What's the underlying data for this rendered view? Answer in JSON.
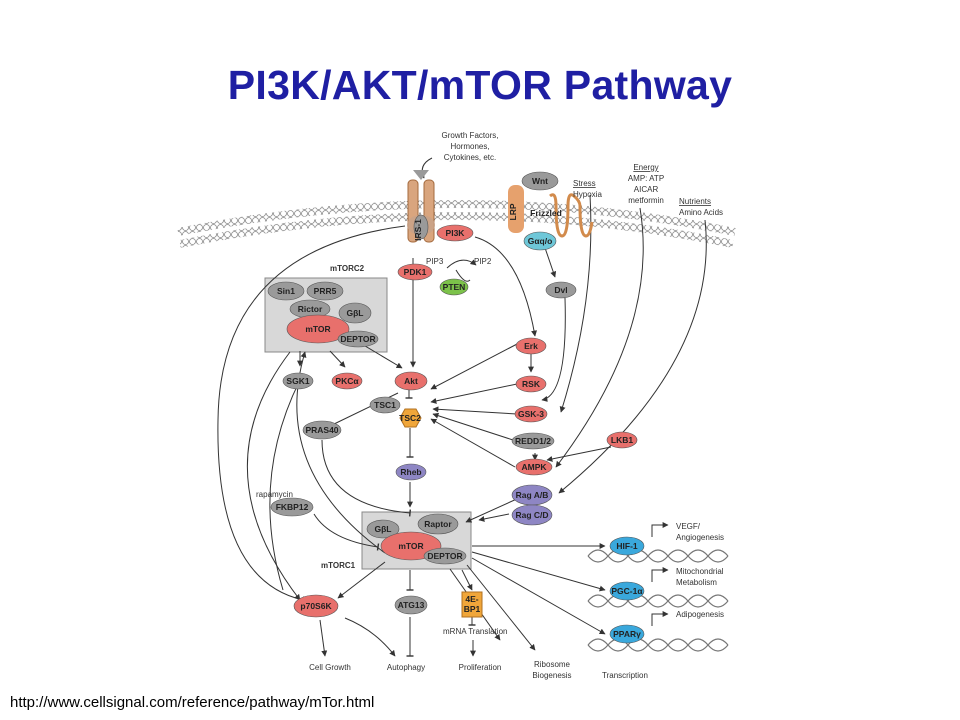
{
  "title": "PI3K/AKT/mTOR Pathway",
  "source_url": "http://www.cellsignal.com/reference/pathway/mTor.html",
  "colors": {
    "title": "#1f1fa3",
    "red_node": "#e8706c",
    "grey_node": "#9a9a9a",
    "purple_node": "#8e86c4",
    "blue_node": "#3aa8dc",
    "green_node": "#7cc24a",
    "orange_node": "#f0a63a",
    "complex_box": "#d8d8d8"
  },
  "labels": {
    "growth": [
      "Growth Factors,",
      "Hormones,",
      "Cytokines, etc."
    ],
    "stress": "Stress",
    "hypoxia": "Hypoxia",
    "energy": [
      "Energy",
      "AMP: ATP",
      "AICAR",
      "metformin"
    ],
    "nutrients": "Nutrients",
    "amino_acids": "Amino Acids",
    "mtorc2": "mTORC2",
    "mtorc1": "mTORC1",
    "rapamycin": "rapamycin",
    "mrna_translation": "mRNA Translation",
    "pip3": "PIP3",
    "pip2": "PIP2",
    "vegf": [
      "VEGF/",
      "Angiogenesis"
    ],
    "mito": [
      "Mitochondrial",
      "Metabolism"
    ],
    "adipo": "Adipogenesis",
    "transcription": "Transcription",
    "cell_growth": "Cell Growth",
    "autophagy": "Autophagy",
    "proliferation": "Proliferation",
    "ribosome": [
      "Ribosome",
      "Biogenesis"
    ]
  },
  "nodes": {
    "irs1": "IRS-1",
    "pi3k": "PI3K",
    "pdk1": "PDK1",
    "pten": "PTEN",
    "wnt": "Wnt",
    "lrp": "LRP",
    "frizzled": "Frizzled",
    "galpha": "Gαq/o",
    "dvl": "Dvl",
    "sin1": "Sin1",
    "prr5": "PRR5",
    "rictor": "Rictor",
    "gbl": "GβL",
    "mtor": "mTOR",
    "deptor": "DEPTOR",
    "sgk1": "SGK1",
    "pkca": "PKCα",
    "akt": "Akt",
    "erk": "Erk",
    "rsk": "RSK",
    "gsk3": "GSK-3",
    "redd": "REDD1/2",
    "lkb1": "LKB1",
    "ampk": "AMPK",
    "tsc1": "TSC1",
    "tsc2": "TSC2",
    "pras40": "PRAS40",
    "rheb": "Rheb",
    "fkbp12": "FKBP12",
    "raptor": "Raptor",
    "rag_ab": "Rag A/B",
    "rag_cd": "Rag C/D",
    "hif1": "HIF-1",
    "pgc1a": "PGC-1α",
    "pparg": "PPARγ",
    "p70s6k": "p70S6K",
    "atg13": "ATG13",
    "ebp1_top": "4E-",
    "ebp1_bottom": "BP1"
  }
}
